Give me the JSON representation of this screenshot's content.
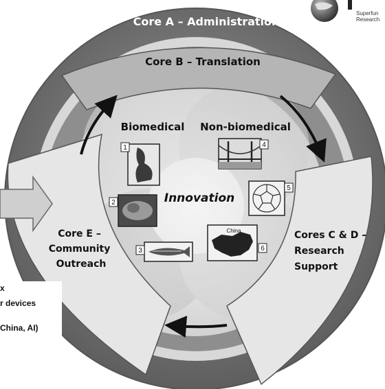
{
  "diagram": {
    "outer_ring_label": "Core A – Administration",
    "core_b_label": "Core B – Translation",
    "core_e_label": [
      "Core E –",
      "Community",
      "Outreach"
    ],
    "cores_cd_label": [
      "Cores C & D –",
      "Research",
      "Support"
    ],
    "center_label": "Innovation",
    "biomedical_label": "Biomedical",
    "nonbiomedical_label": "Non-biomedical",
    "numbers": [
      "1",
      "2",
      "3",
      "4",
      "5",
      "6"
    ],
    "china_label": "China",
    "logo_text": [
      "Superfun",
      "Research"
    ],
    "left_fragments": [
      "x",
      "r devices",
      "China, AI)"
    ]
  },
  "colors": {
    "outer_ring": "#707070",
    "panel": "#e6e6e6",
    "core_b_panel": "#b5b5b5",
    "arrow": "#111111",
    "big_arrow": "#cfcfcf"
  },
  "icons": [
    "pregnant-woman-photo",
    "bridge-photo",
    "embryo-photo",
    "buckyball-icon",
    "zebrafish-icon",
    "china-map-icon",
    "globe-logo",
    "arrow-right-icon"
  ]
}
